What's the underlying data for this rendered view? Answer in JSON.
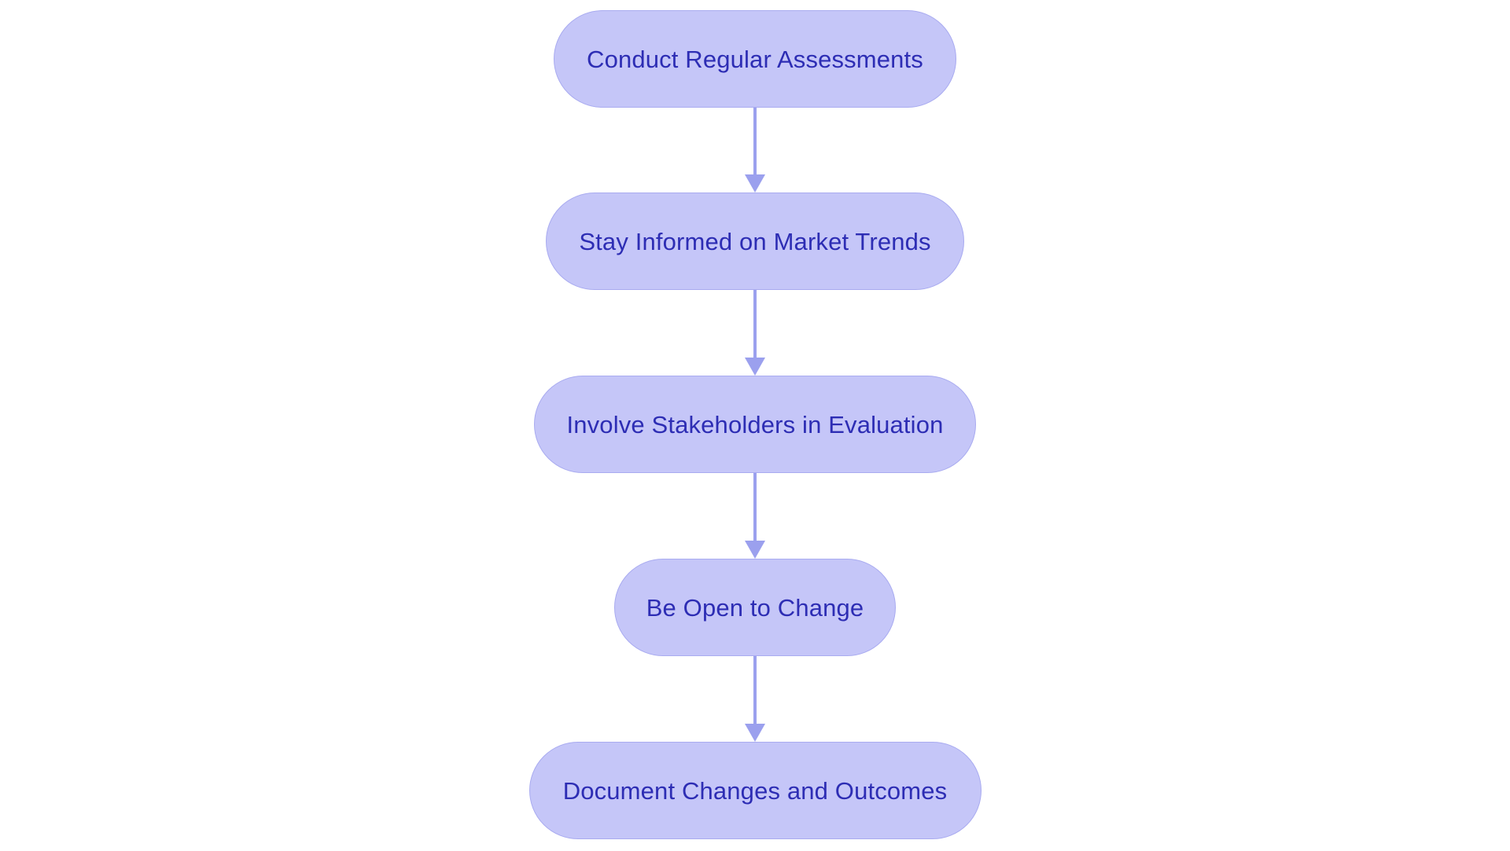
{
  "diagram": {
    "type": "flowchart",
    "orientation": "top-to-bottom",
    "background_color": "#ffffff",
    "node_fill_color": "#c5c6f8",
    "node_border_color": "#a9abf0",
    "node_text_color": "#2d2db4",
    "connector_color": "#9ba0ee",
    "node_shape": "rounded-pill",
    "nodes": [
      {
        "id": "node-1",
        "label": "Conduct Regular Assessments"
      },
      {
        "id": "node-2",
        "label": "Stay Informed on Market Trends"
      },
      {
        "id": "node-3",
        "label": "Involve Stakeholders in Evaluation"
      },
      {
        "id": "node-4",
        "label": "Be Open to Change"
      },
      {
        "id": "node-5",
        "label": "Document Changes and Outcomes"
      }
    ],
    "edges": [
      {
        "id": "edge-1",
        "from": "node-1",
        "to": "node-2",
        "arrow": "down"
      },
      {
        "id": "edge-2",
        "from": "node-2",
        "to": "node-3",
        "arrow": "down"
      },
      {
        "id": "edge-3",
        "from": "node-3",
        "to": "node-4",
        "arrow": "down"
      },
      {
        "id": "edge-4",
        "from": "node-4",
        "to": "node-5",
        "arrow": "down"
      }
    ]
  }
}
